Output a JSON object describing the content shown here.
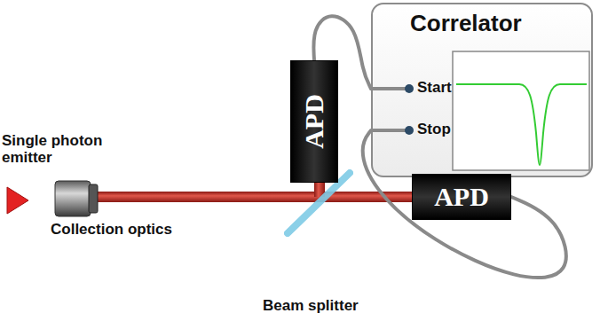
{
  "diagram": {
    "nodes": [
      {
        "text": [
          "Correlator"
        ]
      },
      {
        "text": [
          "APD"
        ]
      },
      {
        "text": [
          "APD"
        ]
      }
    ],
    "edges": [
      {
        "from": 1,
        "to": 0,
        "arrow": "none"
      },
      {
        "from": 2,
        "to": 0,
        "arrow": "none"
      }
    ],
    "labels": [
      "Single photon emitter",
      "Collection optics",
      "Beam splitter",
      "Start",
      "Stop"
    ]
  }
}
